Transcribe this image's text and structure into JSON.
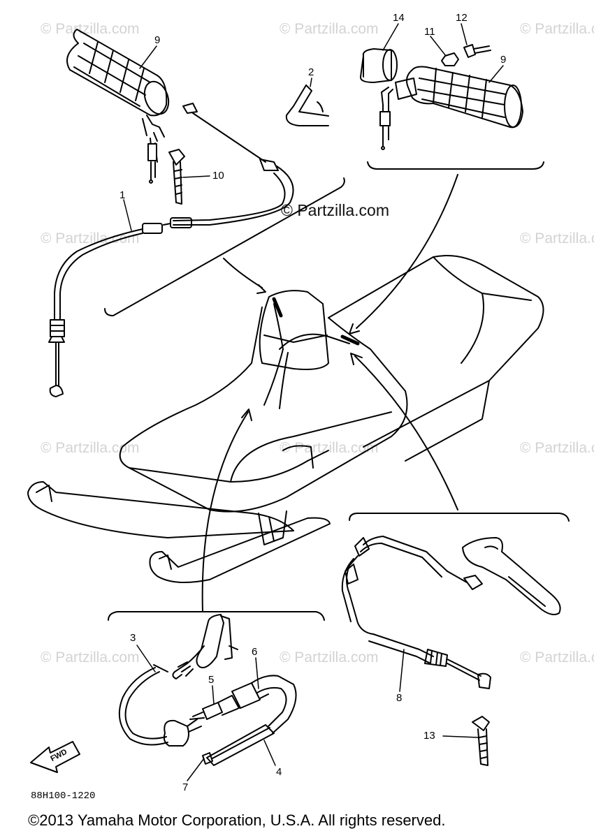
{
  "watermark": {
    "text": "© Partzilla.com",
    "center_text": "© Partzilla.com"
  },
  "callouts": [
    "1",
    "2",
    "3",
    "4",
    "5",
    "6",
    "7",
    "8",
    "9",
    "9",
    "10",
    "11",
    "12",
    "13",
    "14"
  ],
  "fwd_label": "FWD",
  "diagram_code": "88H100-1220",
  "copyright": "©2013 Yamaha Motor Corporation, U.S.A. All rights reserved.",
  "colors": {
    "line": "#000000",
    "watermark": "#d3d3d3",
    "background": "#ffffff"
  }
}
